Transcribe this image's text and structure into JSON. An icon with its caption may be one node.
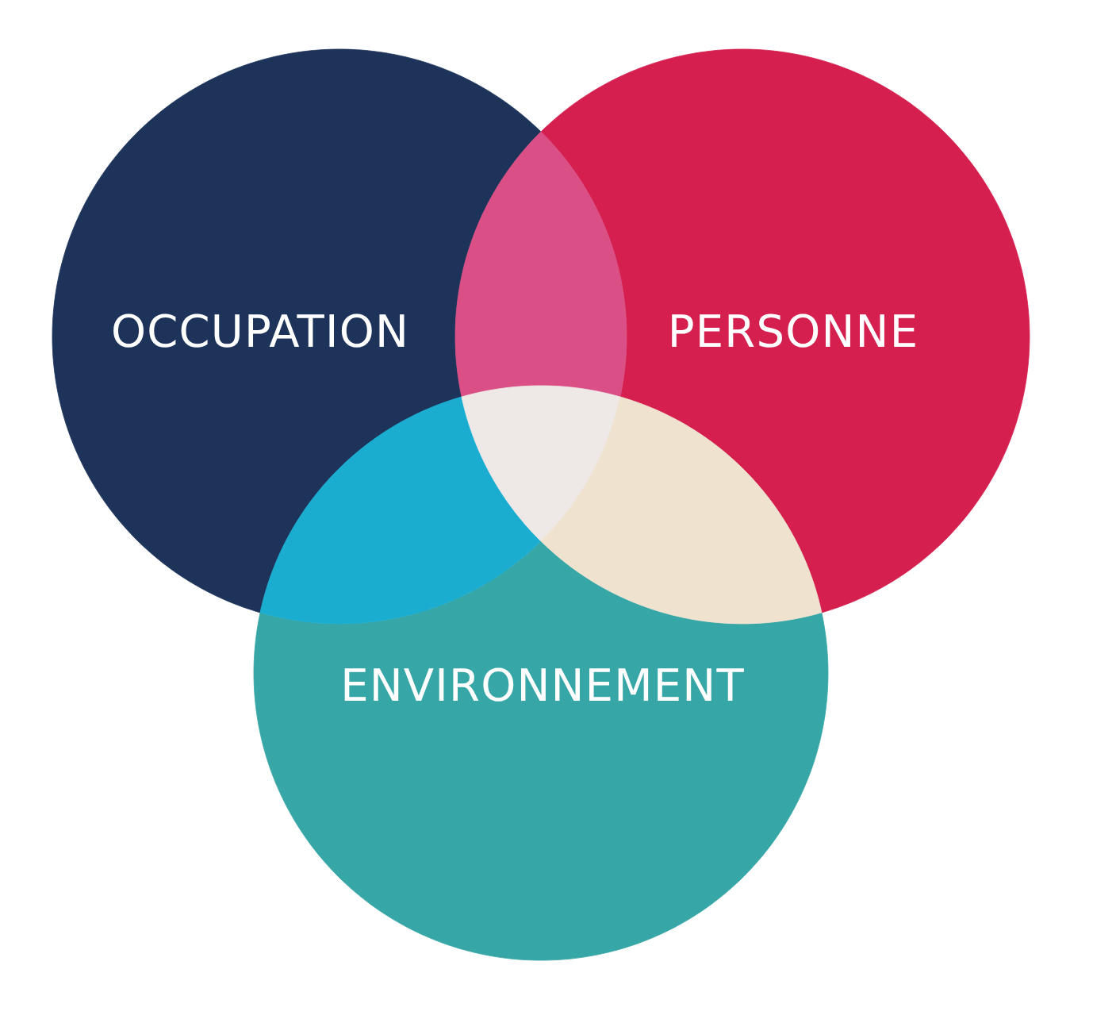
{
  "diagram": {
    "nodes": [
      {
        "text": [
          "OCCUPATION"
        ]
      },
      {
        "text": [
          "PERSONNE"
        ]
      },
      {
        "text": [
          "ENVIRONNEMENT"
        ]
      },
      {
        "text": [],
        "shape": "lens"
      },
      {
        "text": [],
        "shape": "lens"
      },
      {
        "text": [],
        "shape": "triangle"
      },
      {
        "text": [],
        "shape": "lens"
      }
    ]
  }
}
